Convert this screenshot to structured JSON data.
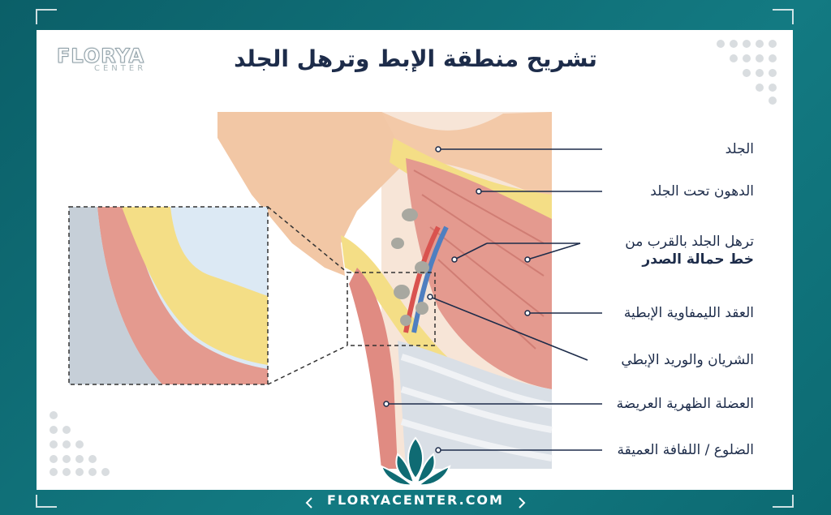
{
  "title": "تشريح منطقة الإبط وترهل الجلد",
  "brand": {
    "name": "FLORYA",
    "sub": "CENTER"
  },
  "footer": "FLORYACENTER.COM",
  "labels": {
    "skin": "الجلد",
    "subcutaneous_fat": "الدهون تحت الجلد",
    "sagging_line1": "ترهل الجلد بالقرب من",
    "sagging_line2": "خط حمالة الصدر",
    "lymph_nodes": "العقد الليمفاوية الإبطية",
    "artery_vein": "الشريان والوريد الإبطي",
    "latissimus": "العضلة الظهرية العريضة",
    "ribs": "الضلوع / اللفافة العميقة"
  },
  "colors": {
    "frame": "#0f6b73",
    "muscle": "#e49a8f",
    "fat": "#f4de86",
    "skin": "#f3c9a8",
    "text": "#1d2c4a"
  }
}
